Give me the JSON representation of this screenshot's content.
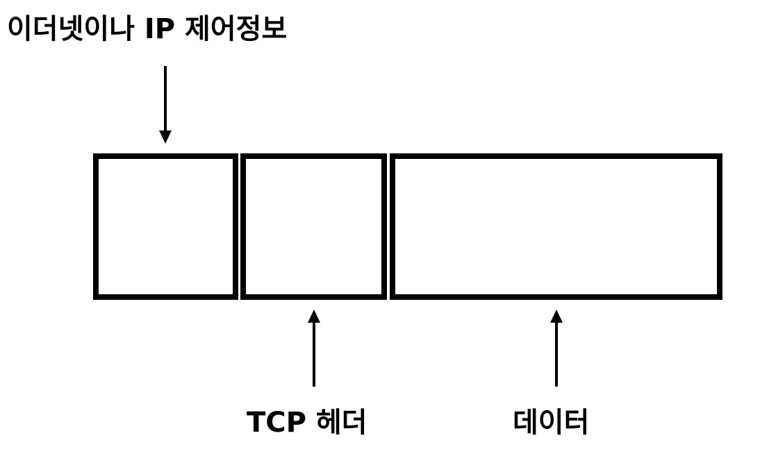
{
  "labels": {
    "ethernet_ip_control": "이더넷이나 IP 제어정보",
    "tcp_header": "TCP 헤더",
    "data": "데이터"
  },
  "segments": [
    {
      "name": "ethernet-ip-control-segment"
    },
    {
      "name": "tcp-header-segment"
    },
    {
      "name": "data-segment"
    }
  ],
  "colors": {
    "stroke": "#000000",
    "background": "#ffffff"
  }
}
